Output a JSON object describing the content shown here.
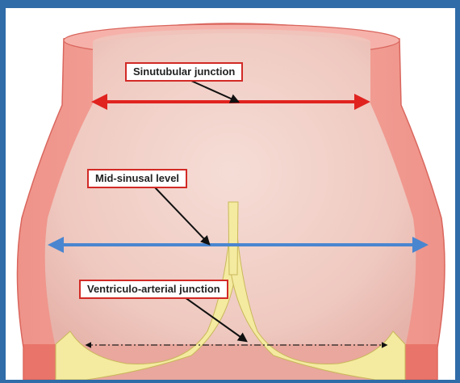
{
  "labels": {
    "sinotubular": "Sinutubular junction",
    "mid_sinusal": "Mid-sinusal level",
    "ventriculo_arterial": "Ventriculo-arterial junction"
  },
  "colors": {
    "frame": "#2f6ca8",
    "wall": "#f2a39a",
    "wall_edge": "#d9665e",
    "lumen": "#f3d0c8",
    "cusp": "#f4eaa0",
    "cusp_edge": "#c9b85a",
    "sinotubular_arrow": "#e0231f",
    "mid_sinusal_arrow": "#4a86d0",
    "annulus_line": "#222222",
    "label_border": "#d22a26"
  }
}
